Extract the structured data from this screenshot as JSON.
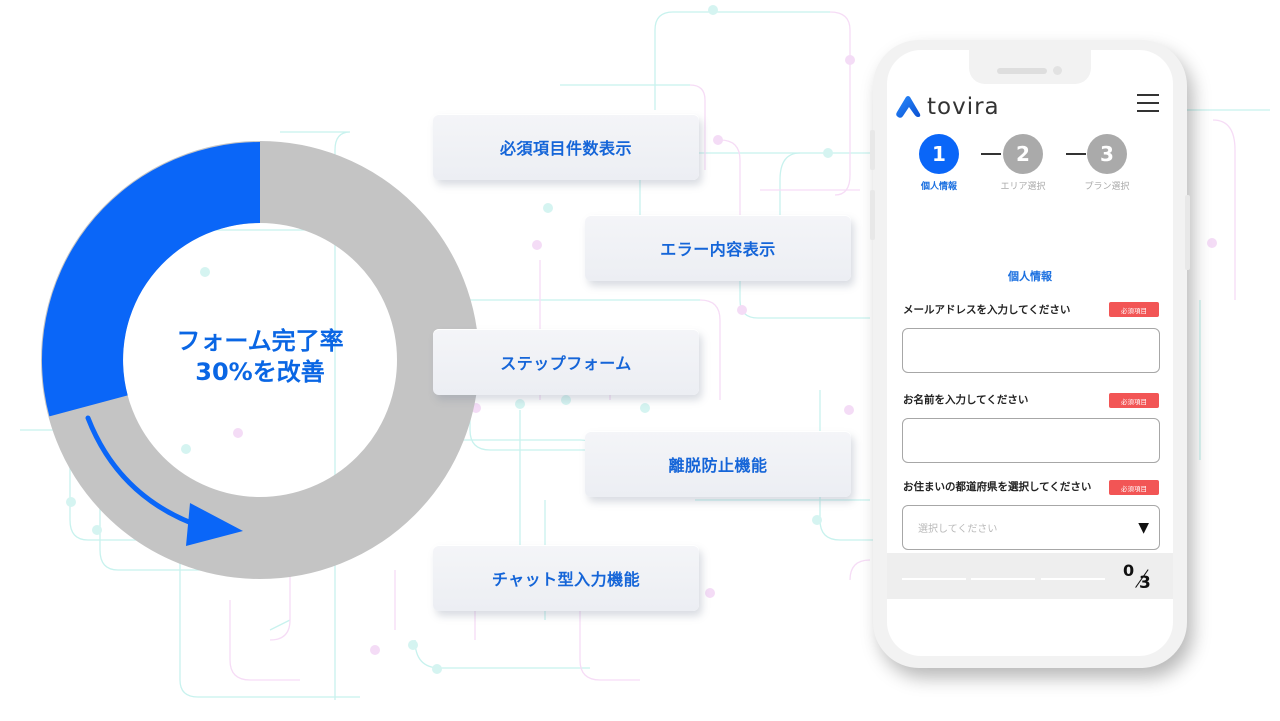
{
  "chart_data": {
    "type": "pie",
    "style": "donut",
    "title": "フォーム完了率30%を改善",
    "categories": [
      "改善分",
      "残り"
    ],
    "values": [
      29,
      71
    ],
    "colors": [
      "#0a66f8",
      "#c4c4c4"
    ],
    "annotations": [
      "フォーム完了率",
      "30%を改善",
      "arrow indicating increase"
    ]
  },
  "donut": {
    "label_line1": "フォーム完了率",
    "label_line2": "30%を改善",
    "highlight_color": "#0a66f8",
    "base_color": "#c4c4c4"
  },
  "features": [
    {
      "label": "必須項目件数表示"
    },
    {
      "label": "エラー内容表示"
    },
    {
      "label": "ステップフォーム"
    },
    {
      "label": "離脱防止機能"
    },
    {
      "label": "チャット型入力機能"
    }
  ],
  "phone": {
    "brand": "tovira",
    "steps": [
      {
        "num": "1",
        "label": "個人情報",
        "active": true
      },
      {
        "num": "2",
        "label": "エリア選択",
        "active": false
      },
      {
        "num": "3",
        "label": "プラン選択",
        "active": false
      }
    ],
    "section_title": "個人情報",
    "fields": [
      {
        "label": "メールアドレスを入力してください",
        "badge": "必須項目",
        "value": ""
      },
      {
        "label": "お名前を入力してください",
        "badge": "必須項目",
        "value": ""
      },
      {
        "label": "お住まいの都道府県を選択してください",
        "badge": "必須項目",
        "placeholder": "選択してください"
      }
    ],
    "progress": {
      "current": "0",
      "total": "3"
    },
    "colors": {
      "active": "#0a66f8",
      "inactive": "#aaaaaa",
      "badge": "#f25555"
    }
  }
}
